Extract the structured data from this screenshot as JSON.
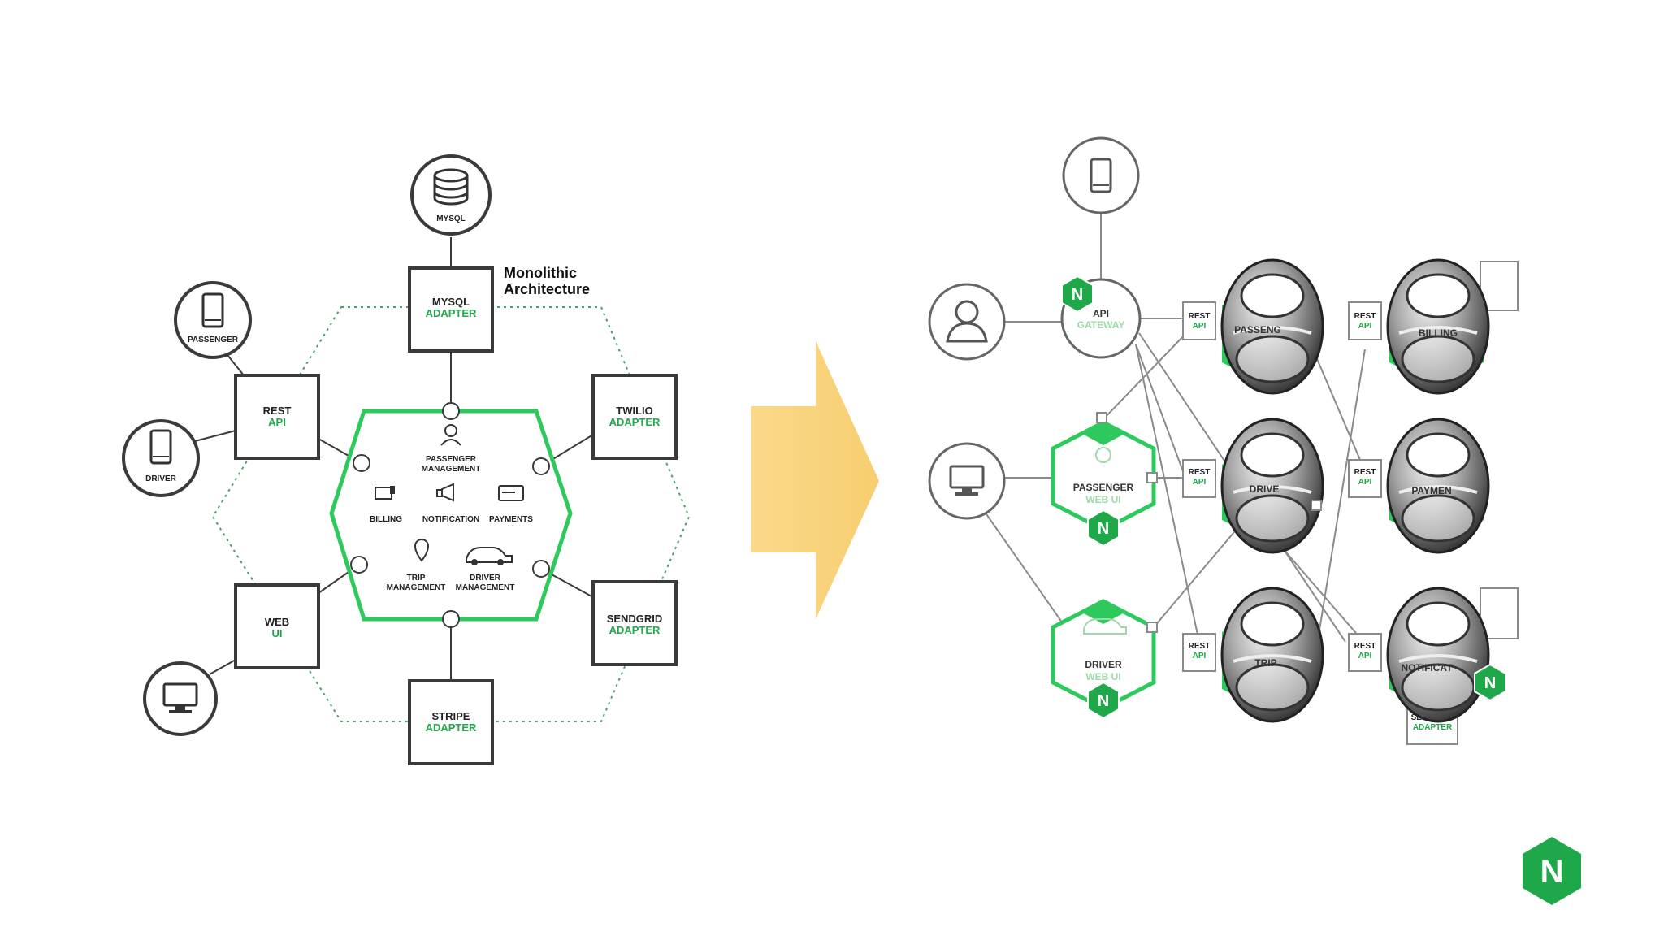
{
  "left": {
    "title_line1": "Monolithic",
    "title_line2": "Architecture",
    "database": "MYSQL",
    "adapters": {
      "mysql": [
        "MYSQL",
        "ADAPTER"
      ],
      "rest": [
        "REST",
        "API"
      ],
      "twilio": [
        "TWILIO",
        "ADAPTER"
      ],
      "web": [
        "WEB",
        "UI"
      ],
      "sendgrid": [
        "SENDGRID",
        "ADAPTER"
      ],
      "stripe": [
        "STRIPE",
        "ADAPTER"
      ]
    },
    "clients": {
      "passenger": "PASSENGER",
      "driver": "DRIVER"
    },
    "modules": {
      "passenger": [
        "PASSENGER",
        "MANAGEMENT"
      ],
      "billing": "BILLING",
      "notification": "NOTIFICATION",
      "payments": "PAYMENTS",
      "trip": [
        "TRIP",
        "MANAGEMENT"
      ],
      "driver": [
        "DRIVER",
        "MANAGEMENT"
      ]
    }
  },
  "right": {
    "gateway": [
      "API",
      "GATEWAY"
    ],
    "passenger_ui": [
      "PASSENGER",
      "WEB UI"
    ],
    "driver_ui": [
      "DRIVER",
      "WEB UI"
    ],
    "rest": [
      "REST",
      "API"
    ],
    "services": {
      "passenger": "PASSENG",
      "billing": "BILLING",
      "driver": "DRIVE",
      "payment": "PAYMEN",
      "trip": "TRIP",
      "notification": "NOTIFICAT"
    },
    "sendgrid": [
      "SENDGRID",
      "ADAPTER"
    ],
    "badge_letter": "N"
  },
  "colors": {
    "green": "#1fa84a",
    "arrow": "#f9d37a",
    "dark": "#3a3a3a"
  },
  "icons": [
    "database-icon",
    "phone-icon",
    "desktop-icon",
    "user-icon",
    "nginx-logo-icon",
    "pull-tab-icon"
  ]
}
